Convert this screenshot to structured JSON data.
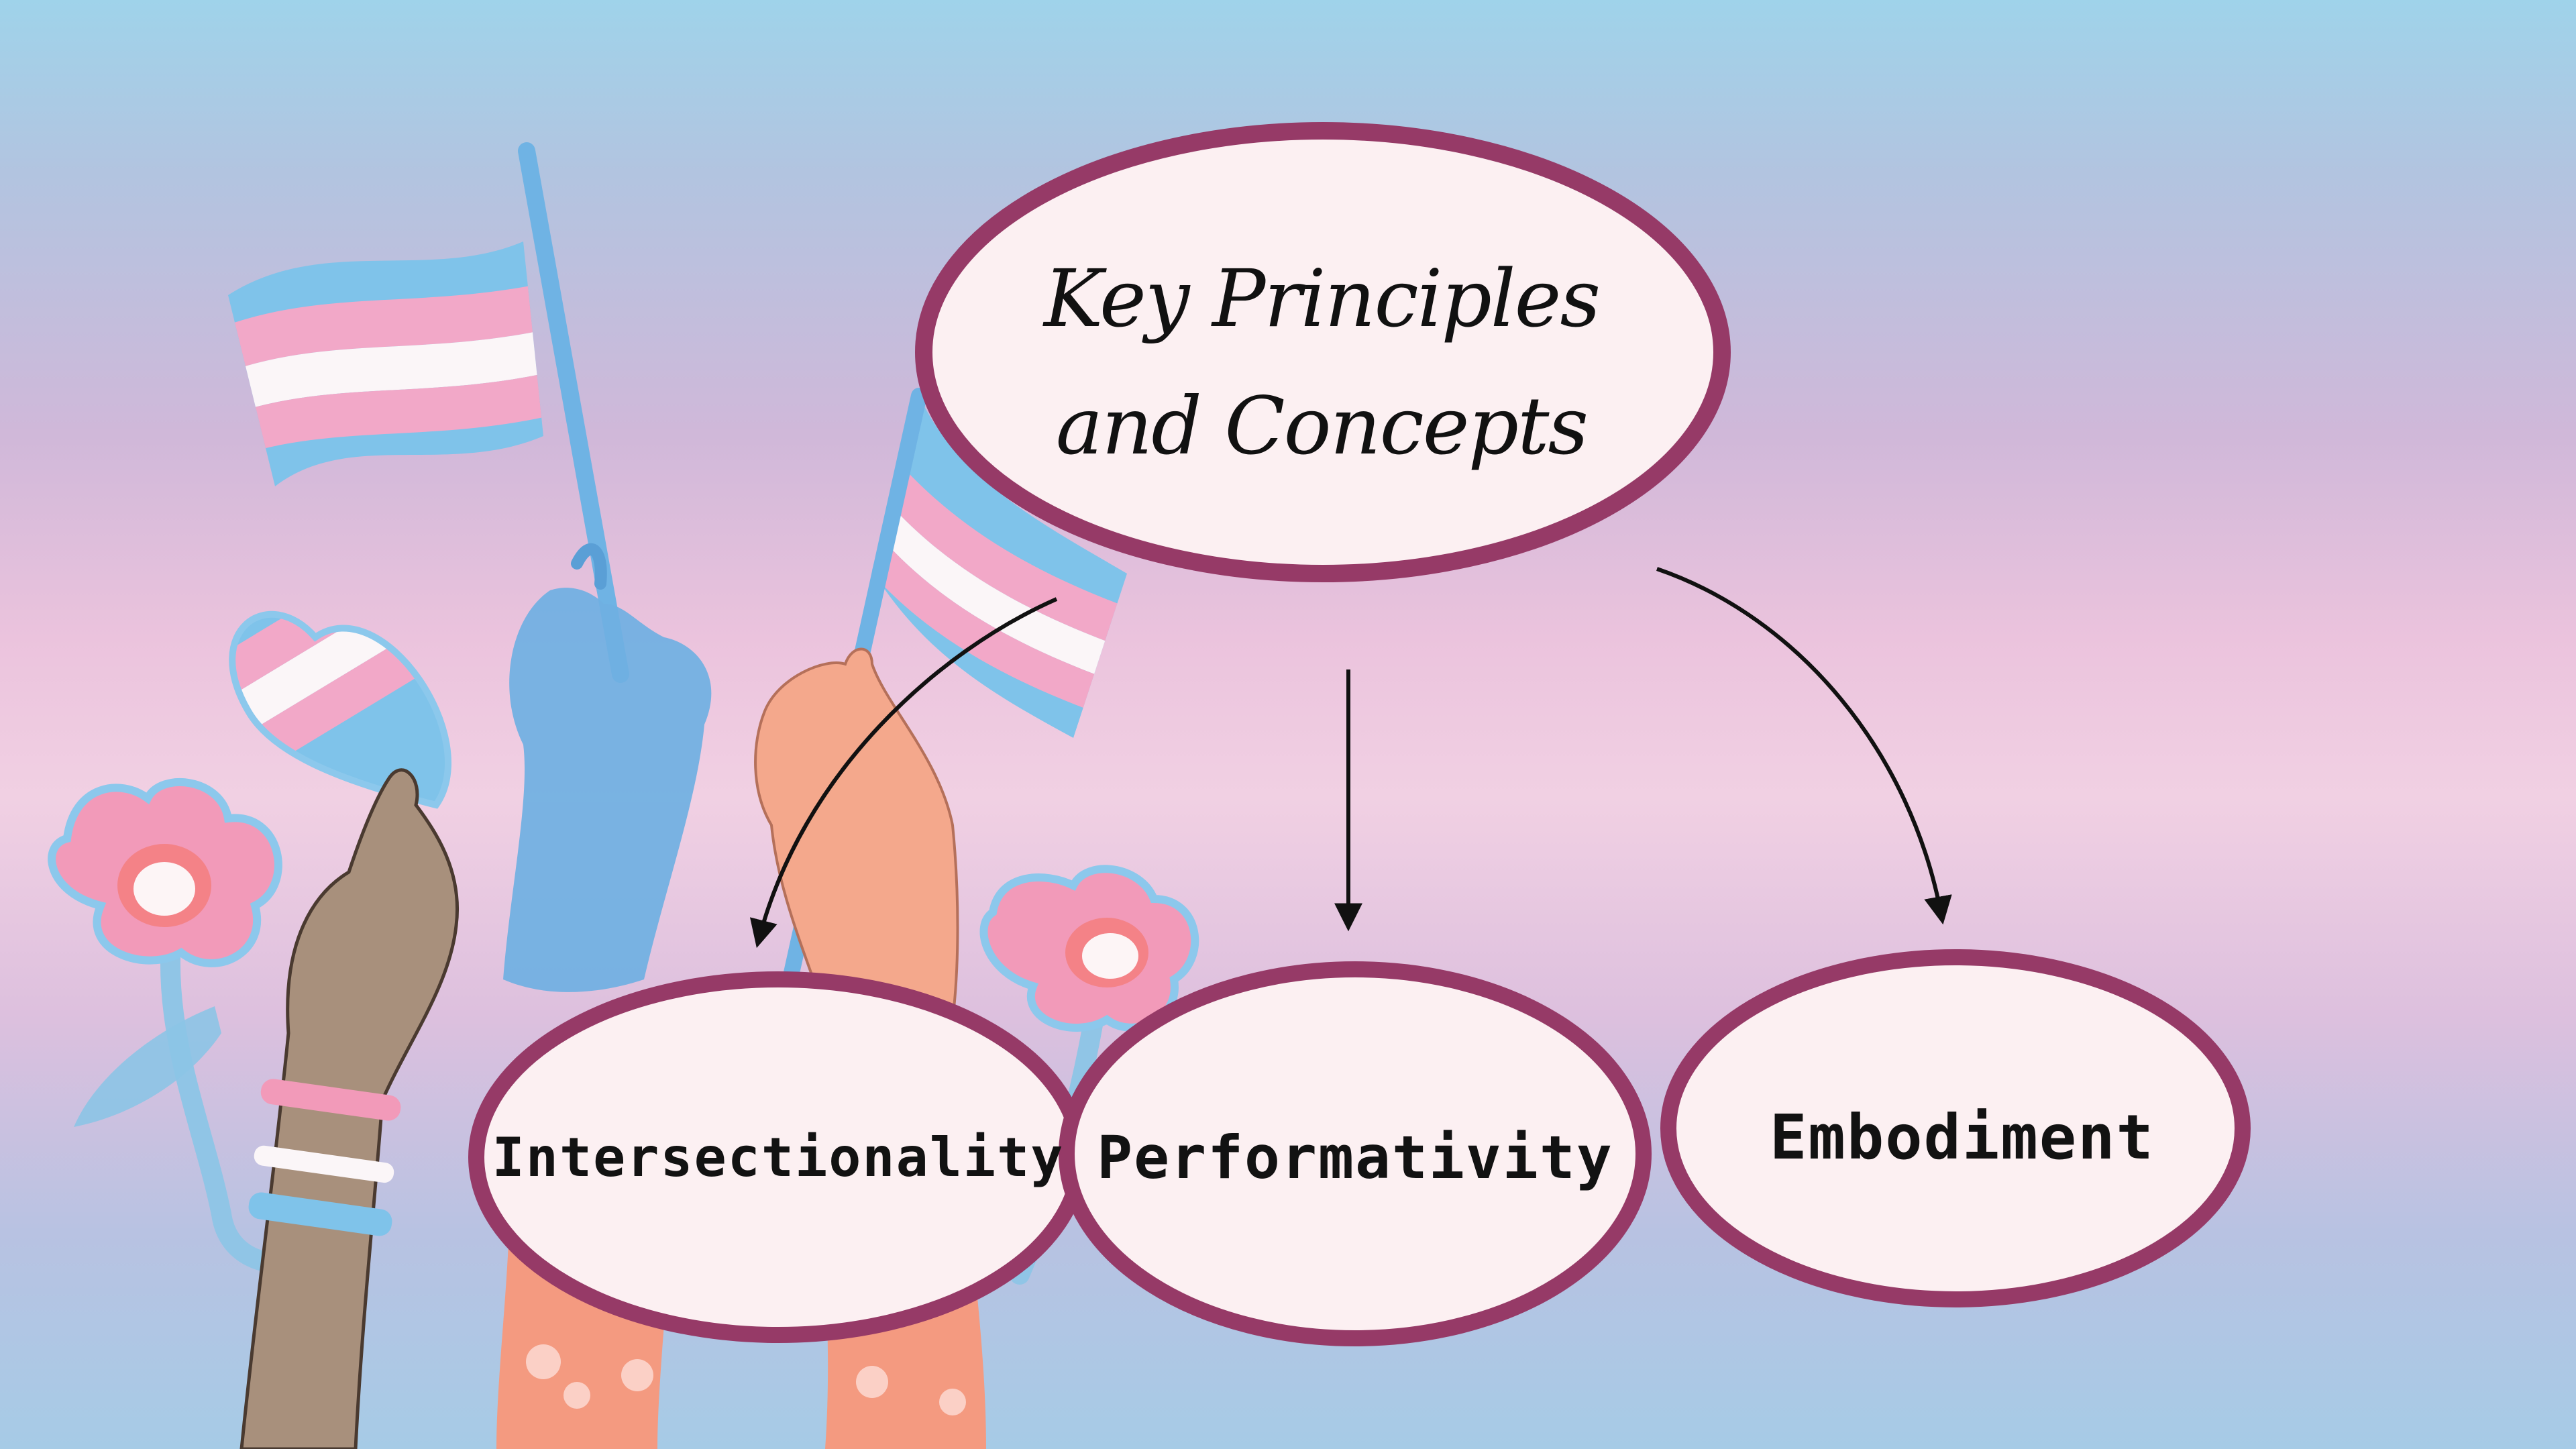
{
  "diagram": {
    "central_node": {
      "line1": "Key Principles",
      "line2": "and Concepts"
    },
    "concepts": [
      {
        "label": "Intersectionality"
      },
      {
        "label": "Performativity"
      },
      {
        "label": "Embodiment"
      }
    ]
  },
  "colors": {
    "ellipse_border": "#963a67",
    "ellipse_fill": "#fcf0f2",
    "arrow": "#111111",
    "flag_blue": "#7fc3ea",
    "flag_pink": "#f2a8c8",
    "flag_white": "#fbf6f8"
  },
  "illustration": {
    "subject": "hands holding transgender pride flags, a heart and flowers"
  }
}
